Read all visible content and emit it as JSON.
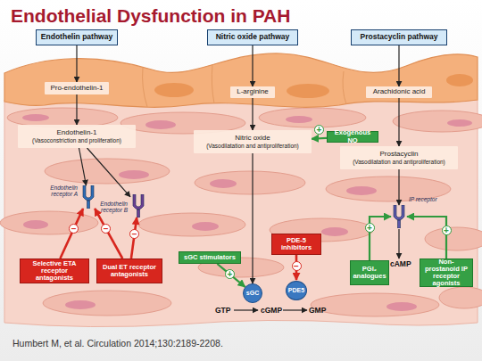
{
  "diagram": {
    "title": "Endothelial Dysfunction in PAH",
    "caption": "Humbert M, et al. Circulation 2014;130:2189-2208.",
    "nodes": [
      {
        "text": [
          "Endothelin pathway"
        ]
      },
      {
        "text": [
          "Nitric oxide pathway"
        ]
      },
      {
        "text": [
          "Prostacyclin pathway"
        ]
      },
      {
        "text": [
          "Pro-endothelin-1"
        ]
      },
      {
        "text": [
          "L-arginine"
        ]
      },
      {
        "text": [
          "Arachidonic acid"
        ]
      },
      {
        "text": [
          "Endothelin-1",
          "(Vasoconstriction and proliferation)"
        ]
      },
      {
        "text": [
          "Nitric oxide",
          "(Vasodilatation and antiproliferation)"
        ]
      },
      {
        "text": [
          "Exogenous NO"
        ]
      },
      {
        "text": [
          "Prostacyclin",
          "(Vasodilatation and antiproliferation)"
        ]
      },
      {
        "text": [
          "Endothelin receptor A"
        ]
      },
      {
        "text": [
          "Endothelin receptor B"
        ]
      },
      {
        "text": [
          "IP receptor"
        ]
      },
      {
        "text": [
          "Selective ETA receptor antagonists"
        ]
      },
      {
        "text": [
          "Dual ET receptor antagonists"
        ]
      },
      {
        "text": [
          "sGC stimulators"
        ]
      },
      {
        "text": [
          "PDE-5 inhibitors"
        ]
      },
      {
        "text": [
          "PGI₂ analogues"
        ]
      },
      {
        "text": [
          "Non-prostanoid IP receptor agonists"
        ]
      },
      {
        "text": [
          "sGC"
        ]
      },
      {
        "text": [
          "PDE5"
        ]
      }
    ],
    "edges": [
      {
        "from": 0,
        "to": 3,
        "arrow": "to"
      },
      {
        "from": 3,
        "to": 6,
        "arrow": "to"
      },
      {
        "from": 6,
        "to": 10,
        "arrow": "to"
      },
      {
        "from": 6,
        "to": 11,
        "arrow": "to"
      },
      {
        "from": 1,
        "to": 4,
        "arrow": "to"
      },
      {
        "from": 4,
        "to": 7,
        "arrow": "to"
      },
      {
        "from": 8,
        "to": 7,
        "label": "+",
        "arrow": "to"
      },
      {
        "from": 7,
        "to": 19,
        "arrow": "to"
      },
      {
        "from": 15,
        "to": 19,
        "label": "+",
        "arrow": "to"
      },
      {
        "from": 16,
        "to": 20,
        "label": "−",
        "arrow": "to"
      },
      {
        "from": 2,
        "to": 5,
        "arrow": "to"
      },
      {
        "from": 5,
        "to": 9,
        "arrow": "to"
      },
      {
        "from": 9,
        "to": 12,
        "arrow": "to"
      },
      {
        "from": 17,
        "to": 12,
        "label": "+",
        "arrow": "to"
      },
      {
        "from": 18,
        "to": 12,
        "label": "+",
        "arrow": "to"
      },
      {
        "from": 13,
        "to": 10,
        "label": "−",
        "arrow": "to"
      },
      {
        "from": 14,
        "to": 10,
        "label": "−",
        "arrow": "to"
      },
      {
        "from": 14,
        "to": 11,
        "label": "−",
        "arrow": "to"
      }
    ],
    "labels": [
      "GTP",
      "cGMP",
      "GMP",
      "cAMP"
    ]
  }
}
